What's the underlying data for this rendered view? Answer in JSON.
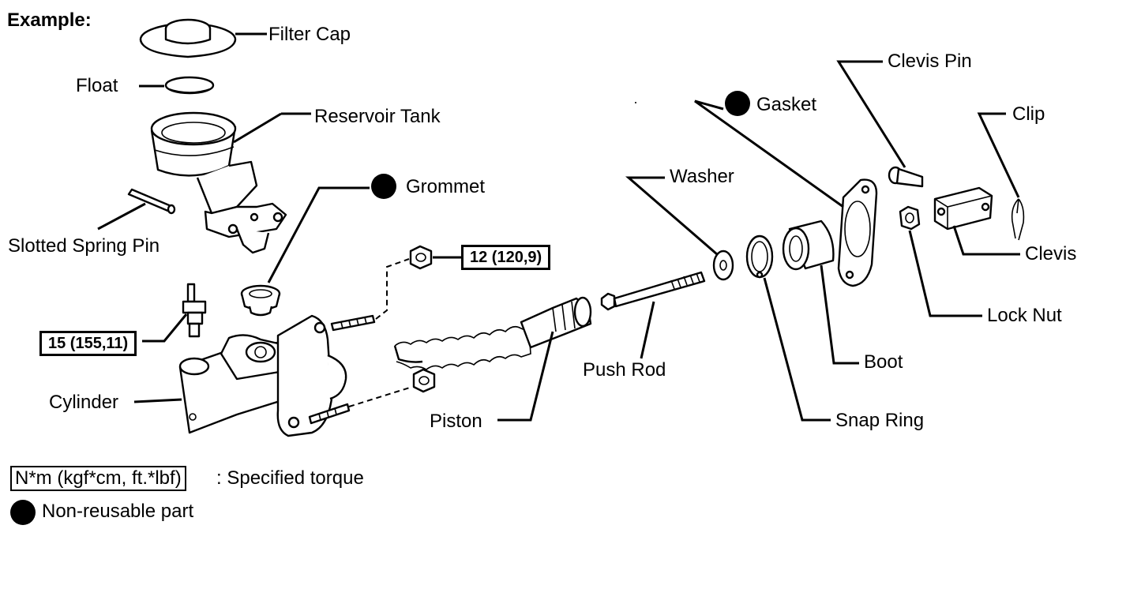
{
  "heading": "Example:",
  "parts": {
    "filter_cap": "Filter Cap",
    "float": "Float",
    "reservoir_tank": "Reservoir Tank",
    "slotted_spring_pin": "Slotted Spring Pin",
    "grommet": "Grommet",
    "cylinder": "Cylinder",
    "piston": "Piston",
    "push_rod": "Push Rod",
    "washer": "Washer",
    "gasket": "Gasket",
    "snap_ring": "Snap Ring",
    "boot": "Boot",
    "clevis_pin": "Clevis Pin",
    "clip": "Clip",
    "clevis": "Clevis",
    "lock_nut": "Lock Nut"
  },
  "torque": {
    "nut": "12 (120,9)",
    "union": "15 (155,11)"
  },
  "legend": {
    "torque_unit": "N*m (kgf*cm, ft.*lbf)",
    "torque_desc": ": Specified torque",
    "nonreusable_desc": "Non-reusable part"
  }
}
